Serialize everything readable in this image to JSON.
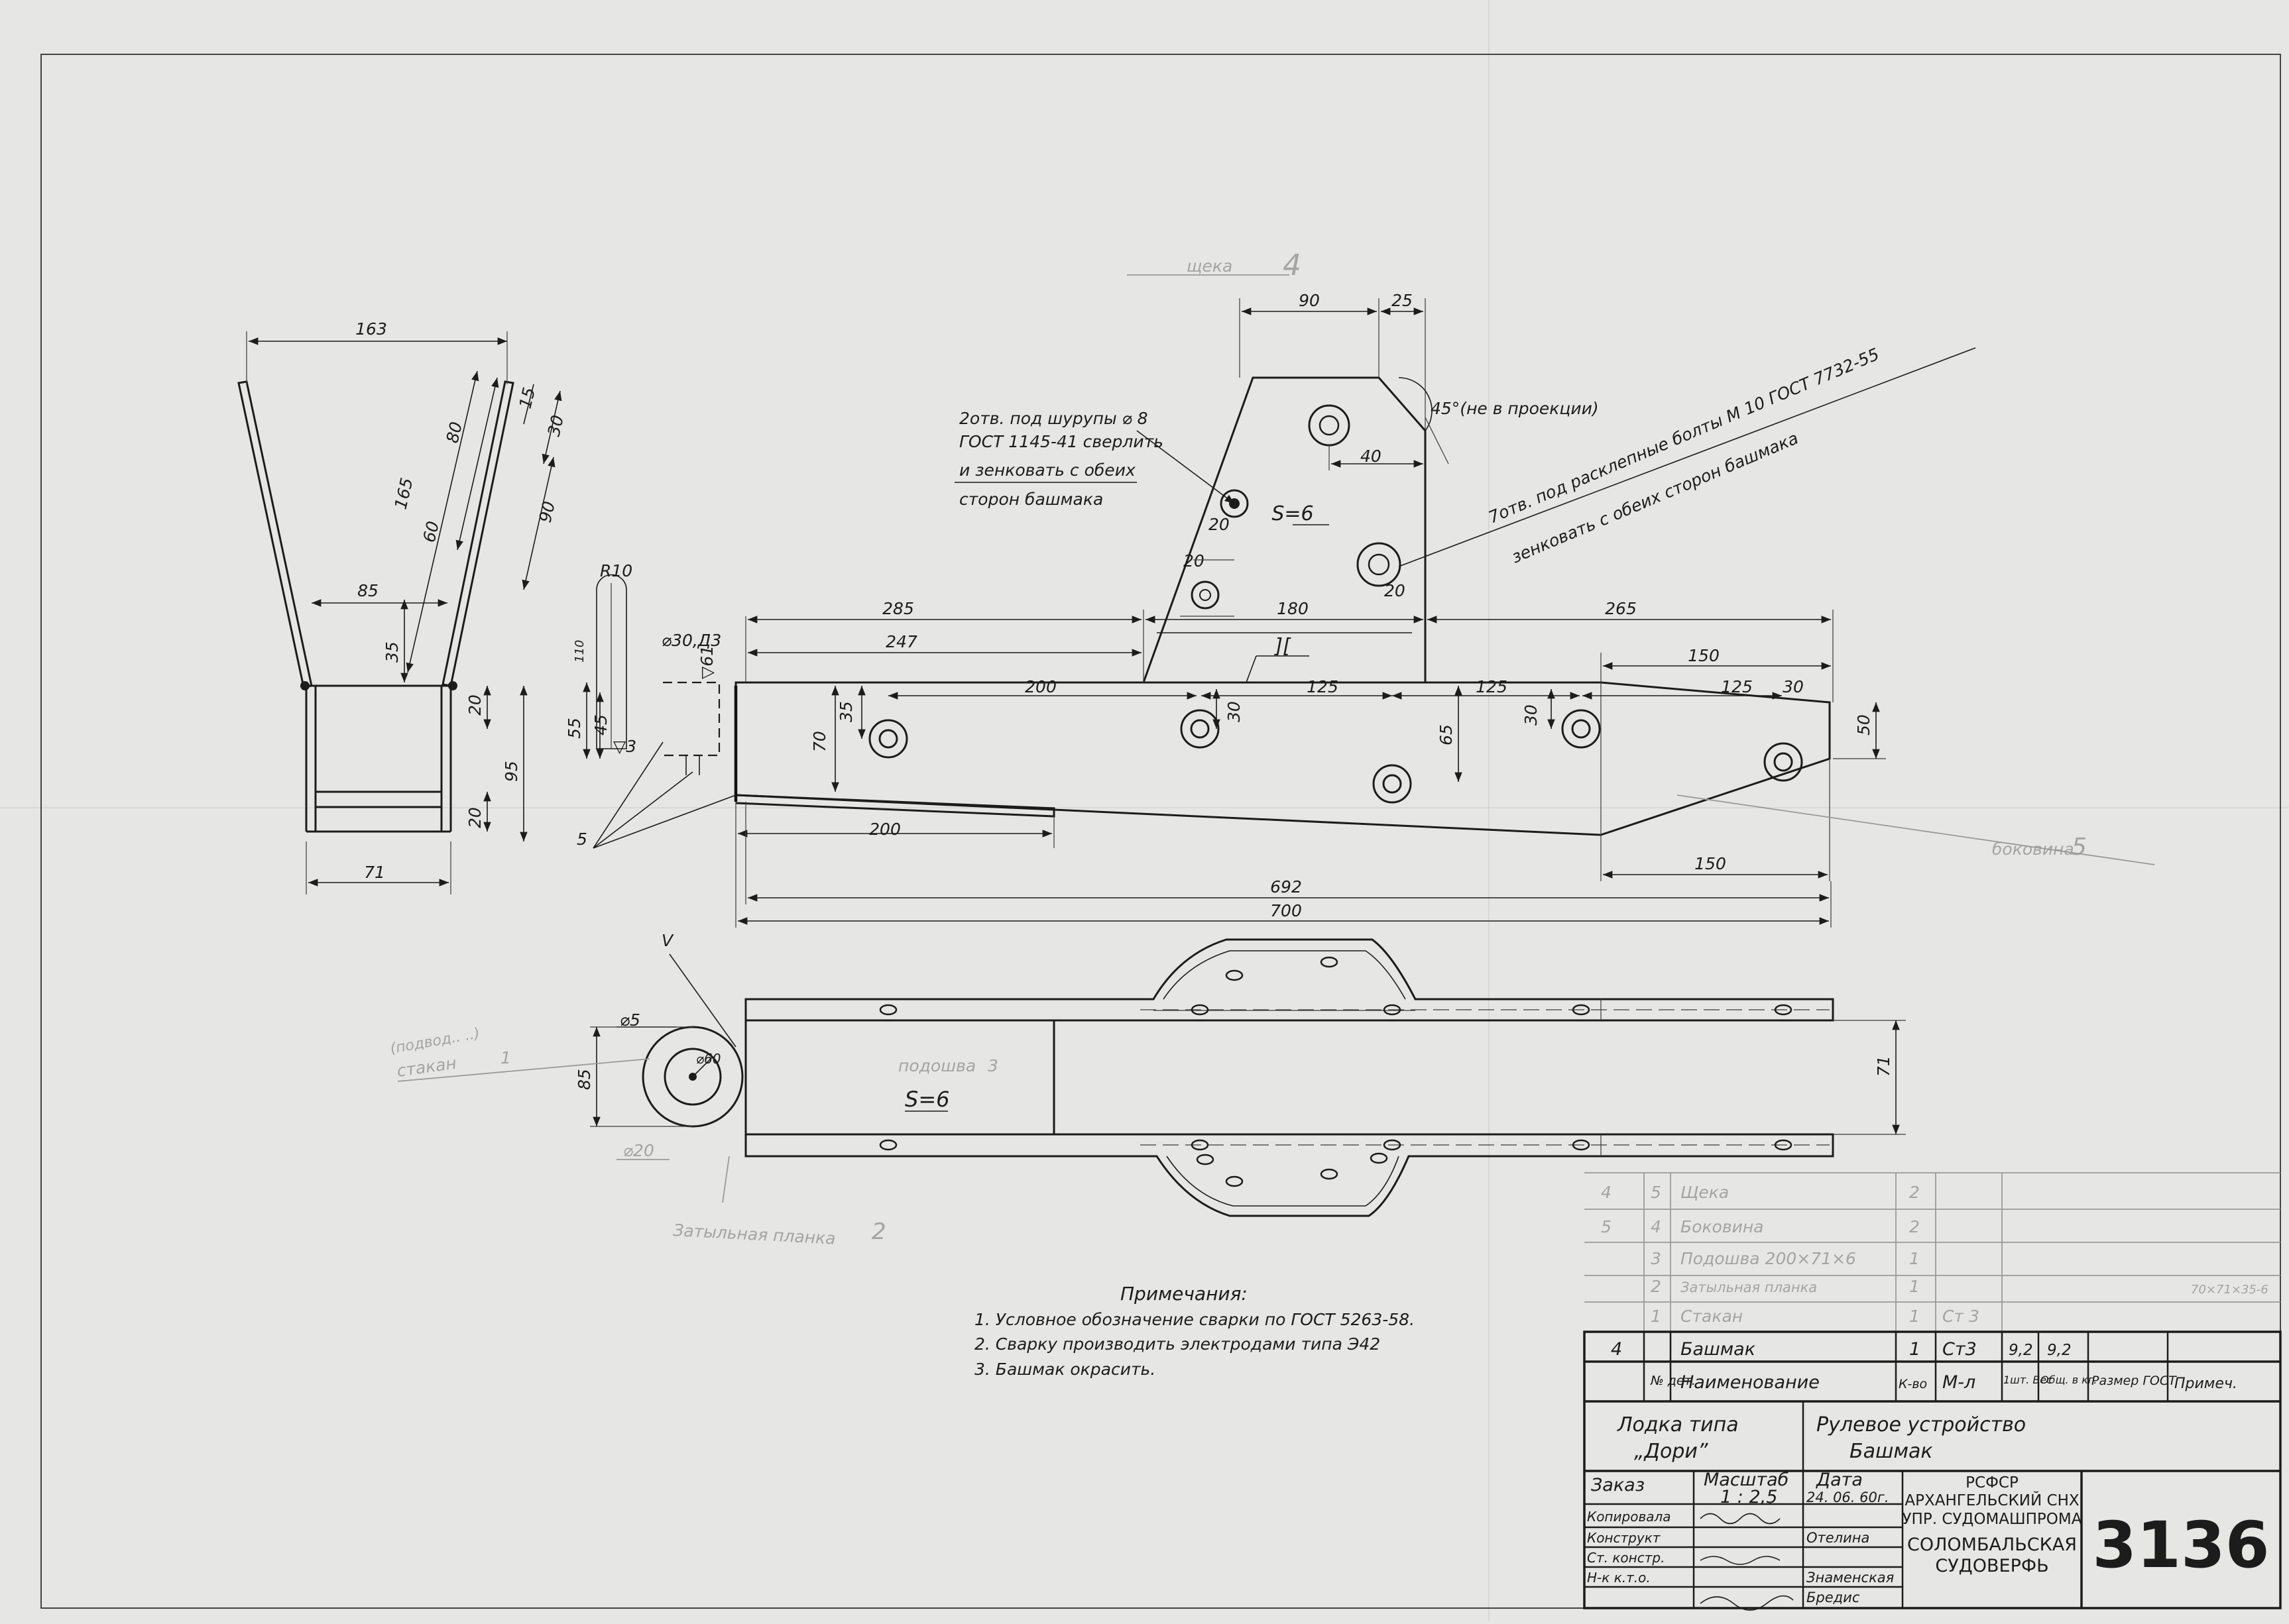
{
  "drawing_number": "3136",
  "side_view": {
    "dims": {
      "top_width": "163",
      "d165": "165",
      "d80": "80",
      "d60": "60",
      "d15": "15",
      "d30": "30",
      "d90": "90",
      "d85": "85",
      "d35": "35",
      "d20a": "20",
      "d95": "95",
      "d20b": "20",
      "bottom": "71"
    }
  },
  "cheek": {
    "pencil_label": "щека",
    "pencil_number": "4",
    "thickness": "S=6",
    "angle_note": "45°(не в проекции)",
    "dims": {
      "w90": "90",
      "w25": "25",
      "d40": "40",
      "d20a": "20",
      "d20b": "20",
      "d20c": "20",
      "d180": "180"
    },
    "hole_note": [
      "2отв. под шурупы ⌀ 8",
      "ГОСТ 1145-41 сверлить",
      "и зенковать с обеих",
      "сторон башмака"
    ],
    "bolt_note": [
      "7отв. под расклепные болты М 10   ГОСТ 7732-55",
      "зенковать с обеих сторон башмака"
    ]
  },
  "front_view": {
    "pencil_side_label": "боковина",
    "pencil_side_number": "5",
    "dims": {
      "d285": "285",
      "d247": "247",
      "d265": "265",
      "d150a": "150",
      "d200a": "200",
      "d125a": "125",
      "d125b": "125",
      "d125c": "125",
      "d30a": "30",
      "d30b": "30",
      "d30c": "30",
      "d65": "65",
      "d50": "50",
      "d70": "70",
      "d35": "35",
      "d55": "55",
      "d45": "45",
      "d200b": "200",
      "d150b": "150",
      "d692": "692",
      "d700": "700",
      "r10": "R10",
      "d110": "110",
      "phi30": "⌀30,Д3",
      "d61": "▽61",
      "d3": "▽3",
      "weld_mark": "5"
    }
  },
  "plan_view": {
    "thickness": "S=6",
    "pencil_sole": "подошва",
    "pencil_sole_number": "3",
    "pencil_cup": [
      "(подвод.. ..)",
      "стакан",
      "1"
    ],
    "pencil_strip": "Затыльная планка",
    "pencil_strip_number": "2",
    "dims": {
      "phi5": "⌀5",
      "phi60": "⌀60",
      "d85": "85",
      "phi20": "⌀20",
      "d71": "71",
      "v_mark": "V"
    }
  },
  "notes": {
    "title": "Примечания:",
    "items": [
      "1. Условное обозначение сварки по ГОСТ 5263-58.",
      "2. Сварку производить электродами типа Э42",
      "3. Башмак окрасить."
    ]
  },
  "pencil_parts": [
    {
      "pos": "4",
      "no": "5",
      "name": "Щека",
      "qty": "2",
      "mat": "",
      "extra": ""
    },
    {
      "pos": "5",
      "no": "4",
      "name": "Боковина",
      "qty": "2",
      "mat": "",
      "extra": ""
    },
    {
      "pos": "",
      "no": "3",
      "name": "Подошва 200×71×6",
      "qty": "1",
      "mat": "",
      "extra": ""
    },
    {
      "pos": "",
      "no": "2",
      "name": "Затыльная планка",
      "qty": "1",
      "mat": "",
      "extra": "70×71×35-6"
    },
    {
      "pos": "",
      "no": "1",
      "name": "Стакан",
      "qty": "1",
      "mat": "Ст 3",
      "extra": ""
    }
  ],
  "bom": {
    "row": {
      "no": "4",
      "name": "Башмак",
      "qty": "1",
      "mat": "Ст3",
      "w1": "9,2",
      "w2": "9,2"
    },
    "headers": {
      "no": "№ дет.",
      "name": "Наименование",
      "qty": "К-во",
      "mat": "М-л",
      "w1": "1шт. Вес",
      "w2": "Общ. в кг.",
      "size": "Размер ГОСТ",
      "note": "Примеч."
    }
  },
  "title_block": {
    "boat": "Лодка типа",
    "boat_name": "„Дори”",
    "assembly": "Рулевое устройство",
    "part": "Башмак",
    "order": "Заказ",
    "scale_label": "Масштаб",
    "scale": "1 : 2,5",
    "date_label": "Дата",
    "date": "24. 06. 60г.",
    "org": [
      "РСФСР",
      "АРХАНГЕЛЬСКИЙ СНХ",
      "УПР. СУДОМАШПРОМА",
      "СОЛОМБАЛЬСКАЯ",
      "СУДОВЕРФЬ"
    ],
    "roles": [
      "Копировала",
      "Конструкт",
      "Ст. констр.",
      "Н-к к.т.о."
    ],
    "names": [
      "Отелина",
      "Знаменская",
      "Бредис"
    ]
  }
}
